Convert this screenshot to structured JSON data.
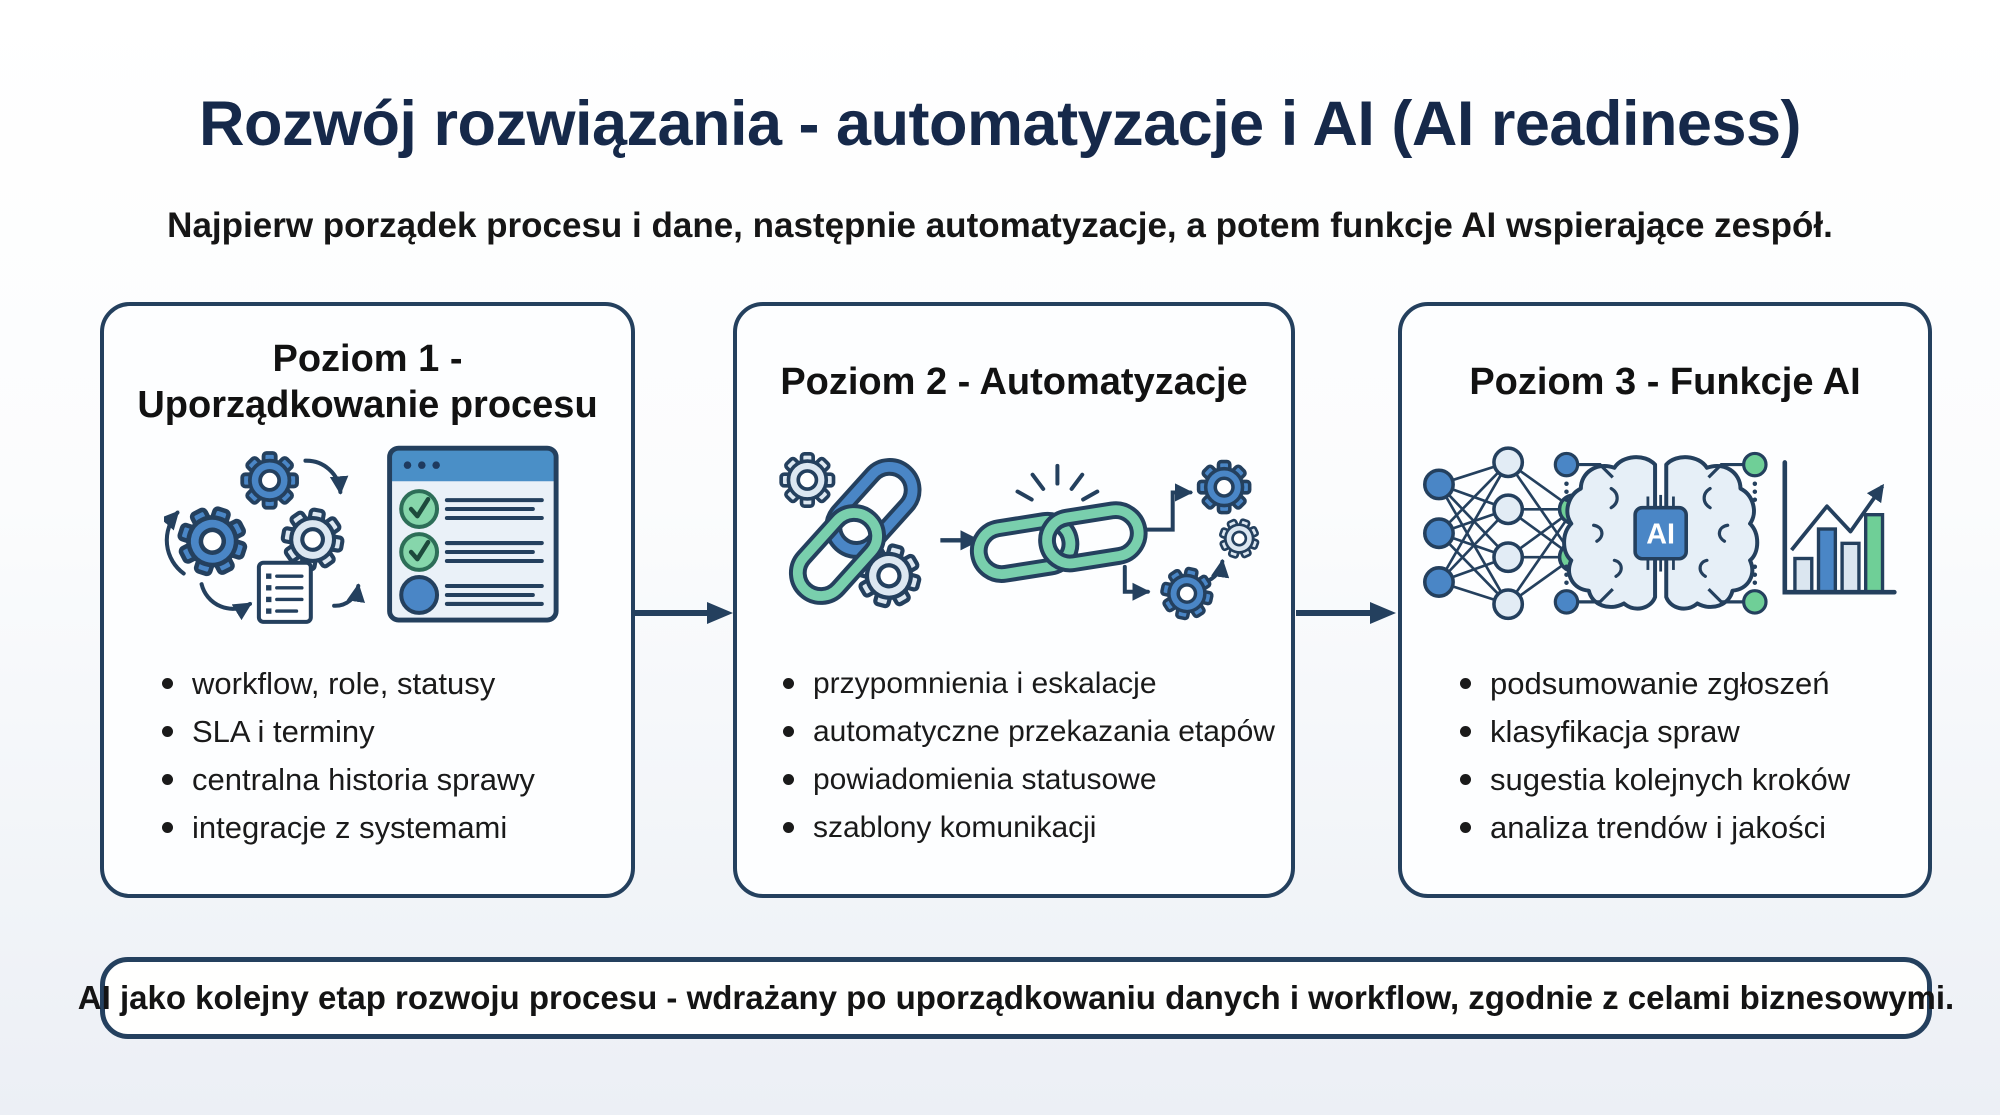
{
  "page": {
    "title": "Rozwój rozwiązania - automatyzacje i AI (AI readiness)",
    "subtitle": "Najpierw porządek procesu i dane, następnie automatyzacje, a potem funkcje AI wspierające zespół.",
    "footer_note": "AI jako kolejny etap rozwoju procesu - wdrażany po uporządkowaniu danych i workflow, zgodnie z celami biznesowymi."
  },
  "cards": [
    {
      "title_lines": [
        "Poziom 1 -",
        "Uporządkowanie procesu"
      ],
      "bullets": [
        "workflow, role, statusy",
        "SLA i terminy",
        "centralna historia sprawy",
        "integracje z systemami"
      ],
      "icons": [
        "process-gears-cycle-icon",
        "document-icon",
        "checklist-window-icon"
      ]
    },
    {
      "title_lines": [
        "Poziom 2 - Automatyzacje"
      ],
      "bullets": [
        "przypomnienia i eskalacje",
        "automatyczne przekazania etapów",
        "powiadomienia statusowe",
        "szablony komunikacji"
      ],
      "icons": [
        "chain-with-gears-icon",
        "linked-chain-icon",
        "automation-flow-gears-icon"
      ]
    },
    {
      "title_lines": [
        "Poziom 3 - Funkcje AI"
      ],
      "bullets": [
        "podsumowanie zgłoszeń",
        "klasyfikacja spraw",
        "sugestia kolejnych kroków",
        "analiza trendów i jakości"
      ],
      "icons": [
        "neural-network-icon",
        "ai-brain-chip-icon",
        "trend-bar-chart-icon"
      ]
    }
  ],
  "ai_chip_label": "AI",
  "flow": {
    "arrow_count": 2,
    "direction": "left-to-right"
  },
  "colors": {
    "title_navy": "#16294a",
    "outline_navy": "#24405e",
    "blue": "#4a86c6",
    "header_blue": "#4a8fc7",
    "light_blue_fill": "#e2ecf5",
    "green": "#6fcf97",
    "teal_link": "#79cfad",
    "check_green_fill": "#86d6ab",
    "card_background": "#fdfeff",
    "page_background": "#f1f4f8",
    "text_dark": "#1a1a1a"
  }
}
